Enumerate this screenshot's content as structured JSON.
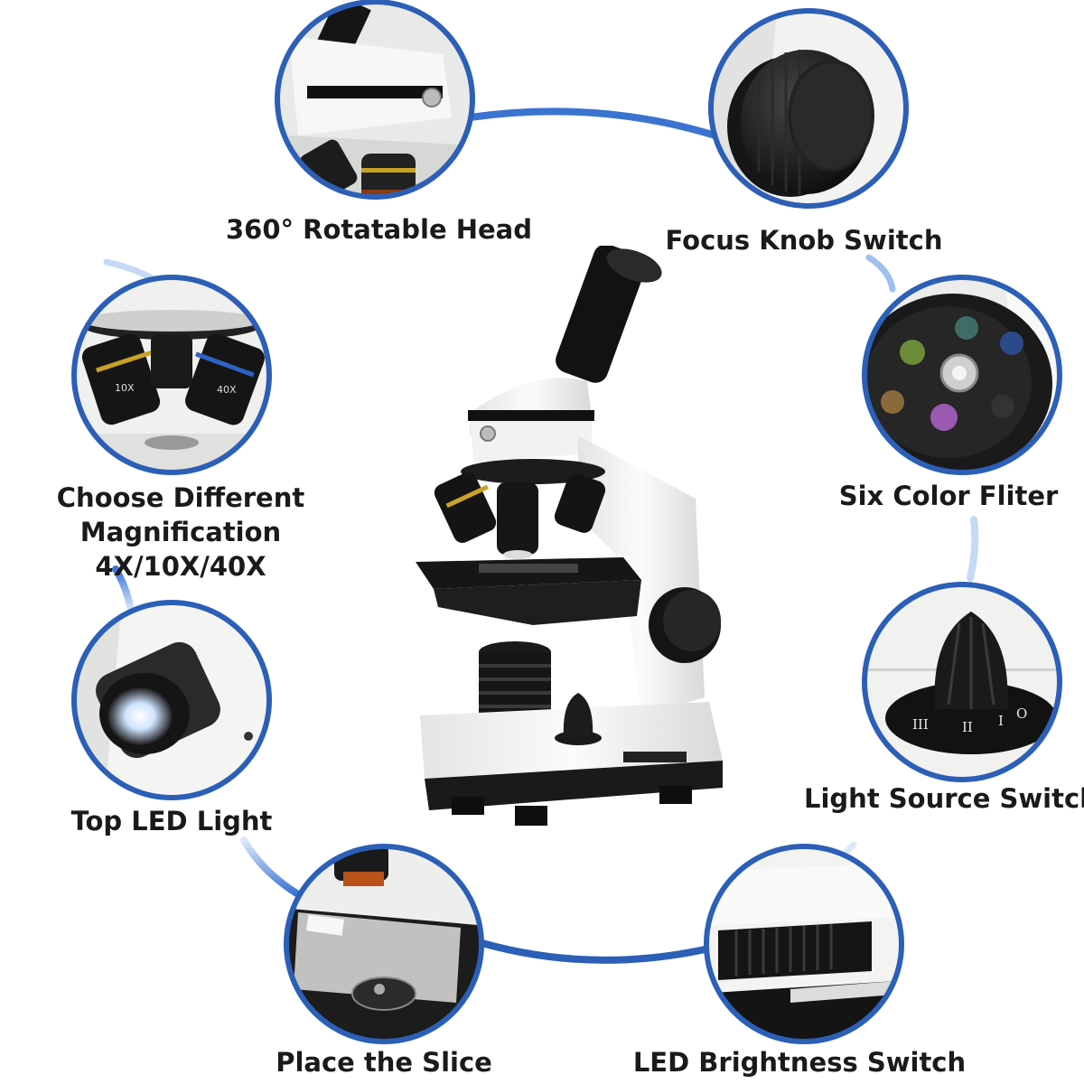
{
  "features": [
    {
      "id": "rotatable-head",
      "caption": "360° Rotatable Head"
    },
    {
      "id": "focus-knob",
      "caption": "Focus Knob Switch"
    },
    {
      "id": "magnification",
      "caption_lines": [
        "Choose Different",
        "Magnification 4X/10X/40X"
      ]
    },
    {
      "id": "color-filter",
      "caption": "Six Color Fliter"
    },
    {
      "id": "top-led",
      "caption": "Top LED Light"
    },
    {
      "id": "light-source",
      "caption": "Light Source Switch"
    },
    {
      "id": "place-slice",
      "caption": "Place the Slice"
    },
    {
      "id": "led-brightness",
      "caption": "LED Brightness Switch"
    }
  ],
  "objective_labels": [
    "10X",
    "40X"
  ],
  "dial_marks": [
    "III",
    "II",
    "I",
    "O"
  ],
  "colors": {
    "ring": "#2c5fb6",
    "connector": "#3b73d1",
    "connector_fade": "#dce8fa",
    "caption_text": "#1a1a1a",
    "scope_body": "#f3f3f1",
    "scope_black": "#111111"
  }
}
